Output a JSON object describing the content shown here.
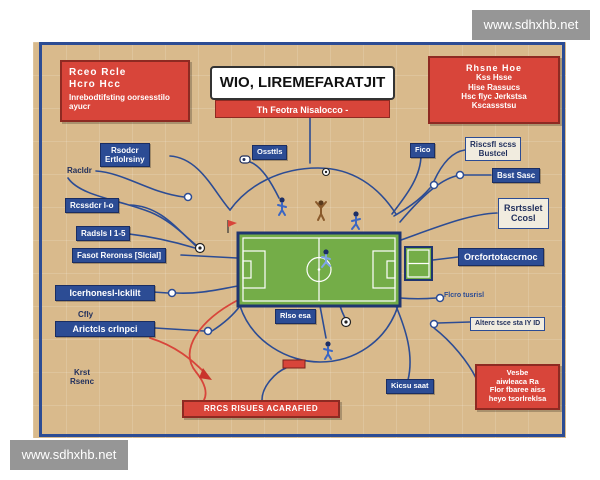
{
  "watermark": {
    "top_right": "www.sdhxhb.net",
    "bottom_left": "www.sdhxhb.net"
  },
  "title": {
    "main": "WIO, LIREMEFARATJIT",
    "subtitle": "Th Feotra Nisalocco -"
  },
  "callouts": {
    "top_left": [
      "Rceo Rcle",
      "Hcro Hcc",
      "Inrebodtifsting oorsesstilo",
      "ayucr"
    ],
    "top_right": [
      "Rhsne Hoe",
      "Kss Hsse",
      "Hise Rassucs",
      "Hsc flyc Jerkstsa",
      "Kscassstsu"
    ],
    "bottom_right": [
      "Vesbe",
      "aiwleaca Ra",
      "Flor fbaree aiss",
      "heyo tsorlreklsa"
    ],
    "bottom_center": "RRCS RISUES ACARAFIED"
  },
  "labels": {
    "left": {
      "rsodcr": [
        "Rsodcr",
        "Ertlolrsiny"
      ],
      "racldr": "Racldr",
      "rcssdcr": "Rcssdcr I-o",
      "radsls": "Radsls I 1-5",
      "fasot": "Fasot Reronss [Slcial]",
      "icerhone": "Icerhonesl-lcklilt",
      "cfly": "Cfly",
      "arictcls": "Arictcls crlnpci",
      "krst": [
        "Krst",
        "Rsenc"
      ]
    },
    "center": {
      "ossttls": "Ossttls",
      "fico": "Fico",
      "rlso": "Rlso esa",
      "kicsu": "Kicsu saat"
    },
    "right": {
      "riscsfl": [
        "Riscsfl scss",
        "Bustcel"
      ],
      "bsst": "Bsst Sasc",
      "rsrtsslet": [
        "Rsrtsslet",
        "Ccosl"
      ],
      "orcfort": "Orcfortotaccrnoc",
      "flcro": "Flcro tusrisl",
      "alterc": "Alterc tsce sta IY ID"
    }
  },
  "icons": {
    "player": "player-icon",
    "ball": "ball-icon",
    "whistle": "whistle-icon",
    "flag": "flag-icon",
    "arrow": "arrow-head-icon",
    "card": "red-card-icon",
    "node": "connector-node"
  },
  "colors": {
    "navy": "#2c4c94",
    "red": "#d8453a",
    "panel": "#d9ba8c",
    "pitch": "#74ad48",
    "ink": "#1f2e5c"
  }
}
